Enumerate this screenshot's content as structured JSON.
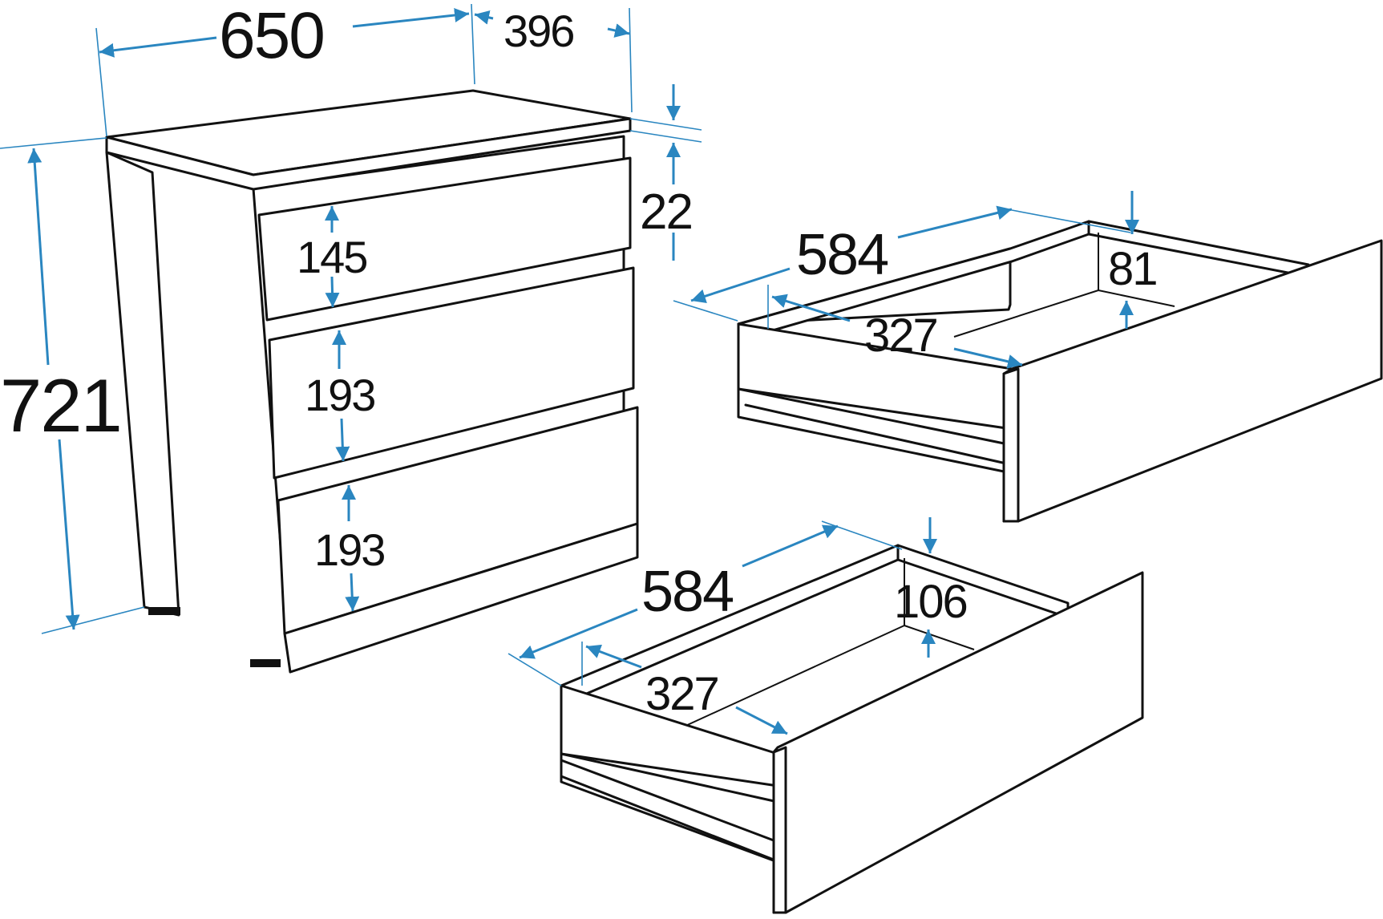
{
  "dresser": {
    "width": "650",
    "depth": "396",
    "top_thickness": "22",
    "height": "721",
    "drawer_1_height": "145",
    "drawer_2_height": "193",
    "drawer_3_height": "193"
  },
  "small_drawer": {
    "length": "584",
    "inner_width": "327",
    "depth": "81"
  },
  "large_drawer": {
    "length": "584",
    "inner_width": "327",
    "depth": "106"
  },
  "colors": {
    "line": "#111111",
    "dimension": "#2a86c0",
    "background": "#ffffff"
  }
}
